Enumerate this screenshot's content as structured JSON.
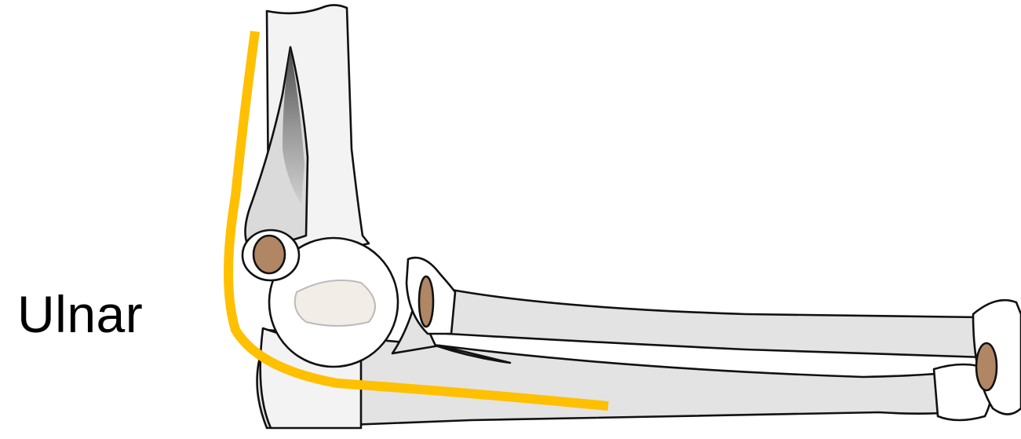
{
  "label": {
    "text": "Ulnar"
  },
  "colors": {
    "nerve": "#FFC000",
    "bone_shaft": "#E3E3E3",
    "bone_light": "#F3F3F3",
    "bone_white": "#FFFFFF",
    "cartilage": "#F2EDE6",
    "sesamoid": "#B08665",
    "outline": "#111111"
  },
  "icons": [
    "elbow-joint-illustration",
    "ulnar-nerve-path"
  ]
}
